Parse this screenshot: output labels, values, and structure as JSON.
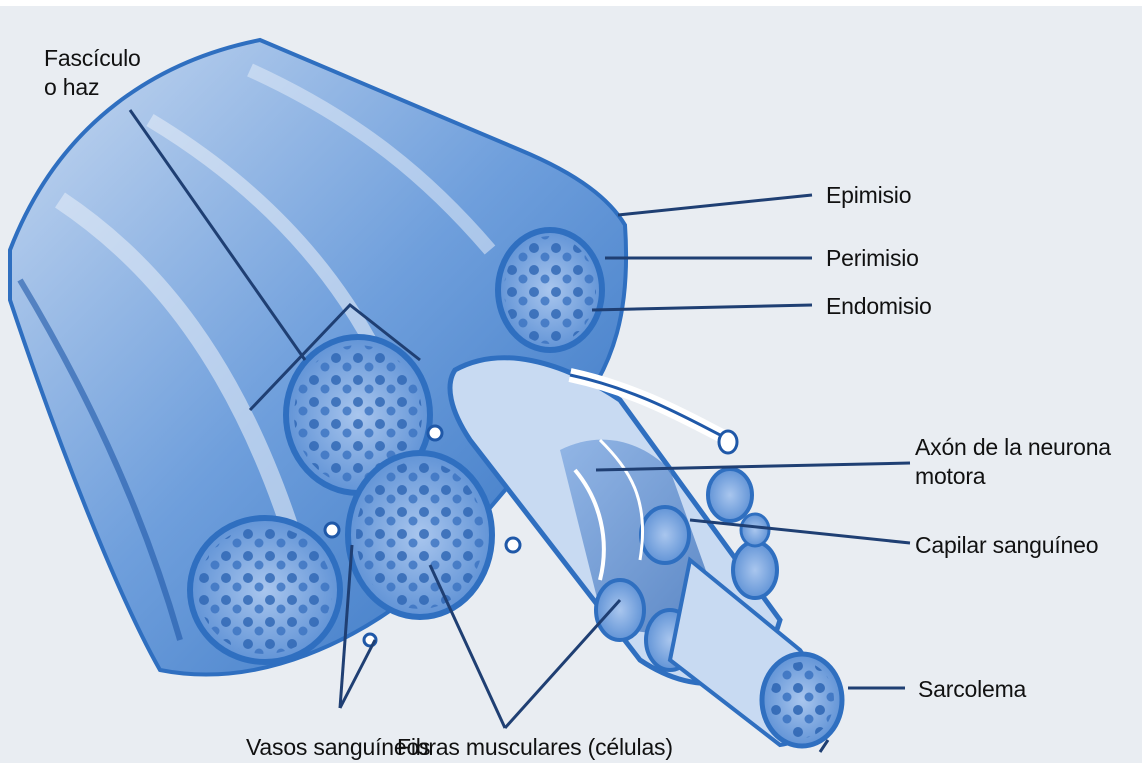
{
  "labels": {
    "fasciculo": {
      "line1": "Fascículo",
      "line2": "o haz"
    },
    "epimisio": "Epimisio",
    "perimisio": "Perimisio",
    "endomisio": "Endomisio",
    "axon": {
      "line1": "Axón de la neurona",
      "line2": "motora"
    },
    "capilar": "Capilar sanguíneo",
    "sarcolema": "Sarcolema",
    "vasos": "Vasos sanguíneos",
    "fibras": "Fibras musculares (células)"
  },
  "colors": {
    "background": "#e9edf2",
    "muscle_blue": "#2f6fc0",
    "muscle_light": "#8fb4e3",
    "leader_line": "#1f3f73",
    "text": "#111111"
  }
}
